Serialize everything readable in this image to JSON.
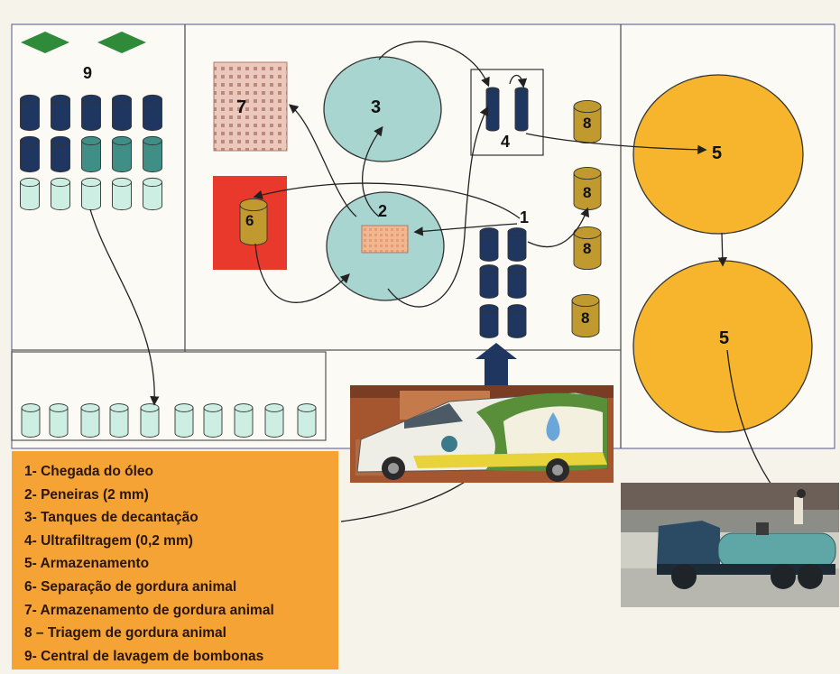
{
  "labels": {
    "n1": "1",
    "n2": "2",
    "n3": "3",
    "n4": "4",
    "n5a": "5",
    "n5b": "5",
    "n6": "6",
    "n7": "7",
    "n8a": "8",
    "n8b": "8",
    "n8c": "8",
    "n8d": "8",
    "n9": "9"
  },
  "legend": [
    "1- Chegada do óleo",
    "2- Peneiras (2 mm)",
    "3- Tanques de decantação",
    "4- Ultrafiltragem (0,2 mm)",
    "5- Armazenamento",
    "6- Separação de gordura animal",
    "7- Armazenamento de gordura animal",
    "8 – Triagem de gordura animal",
    "9- Central de lavagem de bombonas"
  ],
  "colors": {
    "settling_tank": "#a8d5d0",
    "storage_tank": "#f6b52c",
    "fat_separation_box": "#e8392c",
    "fat_storage_grid": "#e9c3b8",
    "bin_dark": "#1f3660",
    "bin_teal": "#3f8f86",
    "bin_light": "#cdeee3",
    "bin_gold": "#c09a2e",
    "legend_bg": "#f5a334"
  },
  "icons": [
    "van-photo",
    "tanker-truck-photo",
    "up-arrow-icon",
    "diamond-icon"
  ]
}
